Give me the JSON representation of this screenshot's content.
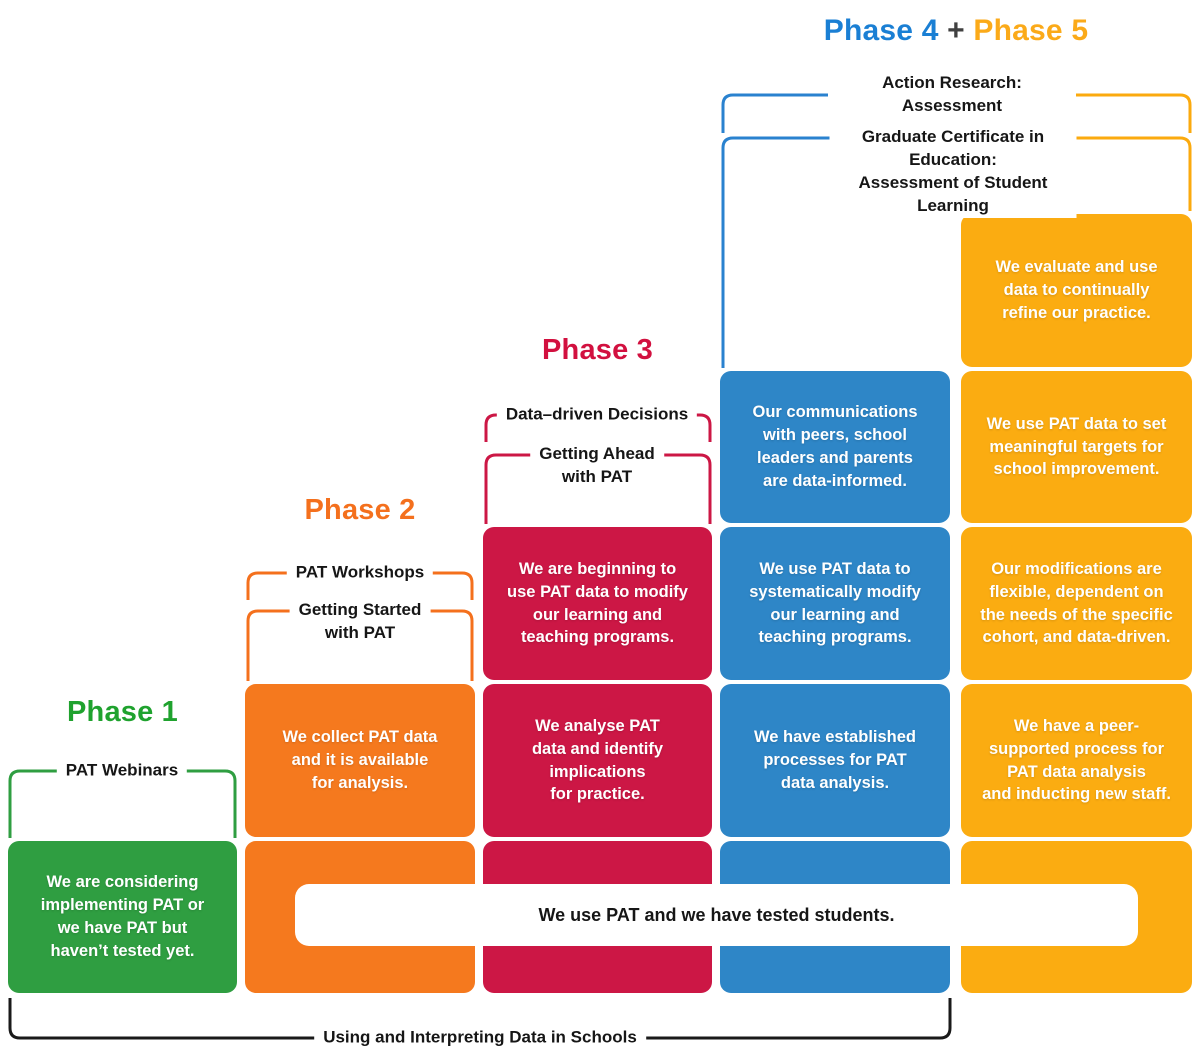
{
  "headings": {
    "phase1": "Phase 1",
    "phase2": "Phase 2",
    "phase3": "Phase 3",
    "phase4": "Phase 4",
    "plus": "+",
    "phase5": "Phase 5"
  },
  "brackets": {
    "phase1": "PAT Webinars",
    "phase2_outer": "PAT Workshops",
    "phase2_inner": "Getting Started\nwith PAT",
    "phase3_outer": "Data–driven Decisions",
    "phase3_inner": "Getting Ahead\nwith PAT",
    "phase45_outer": "Action Research: Assessment",
    "phase45_inner": "Graduate Certificate in Education:\nAssessment of Student Learning",
    "bottom": "Using and Interpreting Data in Schools"
  },
  "phase1": {
    "box1": "We are considering\nimplementing PAT or\nwe have PAT but\nhaven’t tested yet."
  },
  "phase2": {
    "box1": "We collect PAT data\nand it is available\nfor analysis."
  },
  "phase3": {
    "box1": "We are beginning to\nuse PAT data to modify\nour learning and\nteaching programs.",
    "box2": "We analyse PAT\ndata and identify\nimplications\nfor practice."
  },
  "phase4": {
    "box1": "Our communications\nwith peers, school\nleaders and parents\nare data-informed.",
    "box2": "We use PAT data to\nsystematically modify\nour learning and\nteaching programs.",
    "box3": "We have established\nprocesses for PAT\ndata analysis."
  },
  "phase5": {
    "box1": "We evaluate and use\ndata to continually\nrefine our practice.",
    "box2": "We use PAT data to set\nmeaningful targets for\nschool improvement.",
    "box3": "Our modifications are\nflexible, dependent on\nthe needs of the specific\ncohort, and data-driven.",
    "box4": "We have a peer-\nsupported process for\nPAT data analysis\nand inducting new staff."
  },
  "base_bar": {
    "text": "We use PAT and we have tested students."
  },
  "colors": {
    "green": "#2f9e41",
    "orange": "#f5791e",
    "red": "#cc1745",
    "blue": "#2e86c7",
    "yellow": "#fbac11",
    "heading_blue": "#1a7fd4",
    "heading_yellow": "#fbaa19",
    "bracket_black": "#1a1a1a"
  }
}
